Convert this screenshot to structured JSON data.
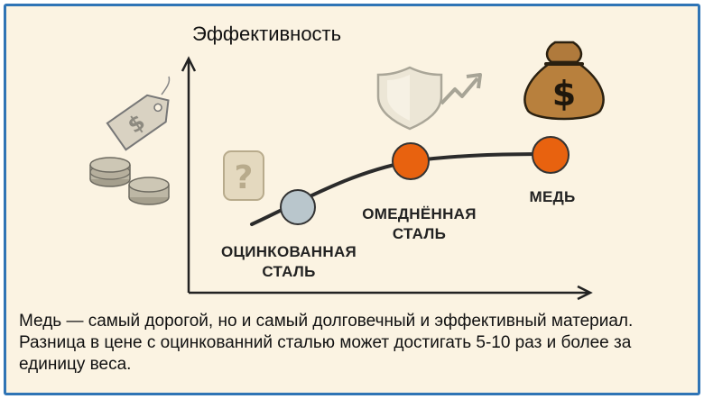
{
  "diagram": {
    "y_axis_label": "Эффективность",
    "points": [
      {
        "label_line1": "ОЦИНКОВАННАЯ",
        "label_line2": "СТАЛЬ",
        "color": "#b9c6cc"
      },
      {
        "label_line1": "ОМЕДНЁННАЯ",
        "label_line2": "СТАЛЬ",
        "color": "#e8620f"
      },
      {
        "label_line1": "МЕДЬ",
        "label_line2": "",
        "color": "#e8620f"
      }
    ],
    "icons": {
      "price_tag": "price-tag-icon",
      "coins": "coin-stack-icon",
      "question": "question-mark-icon",
      "shield": "shield-icon",
      "arrow": "trend-up-arrow-icon",
      "money_bag": "money-bag-icon"
    },
    "symbols": {
      "dollar": "$",
      "question": "?"
    }
  },
  "caption": {
    "text": "Медь — самый дорогой, но и самый долговечный и эффективный материал. Разница в цене с оцинкованний сталью может достигать 5-10 раз и более за единицу веса."
  },
  "colors": {
    "border": "#2f74b5",
    "background": "#fbf3e2",
    "accent_orange": "#e8620f",
    "gray_point": "#b9c6cc"
  }
}
